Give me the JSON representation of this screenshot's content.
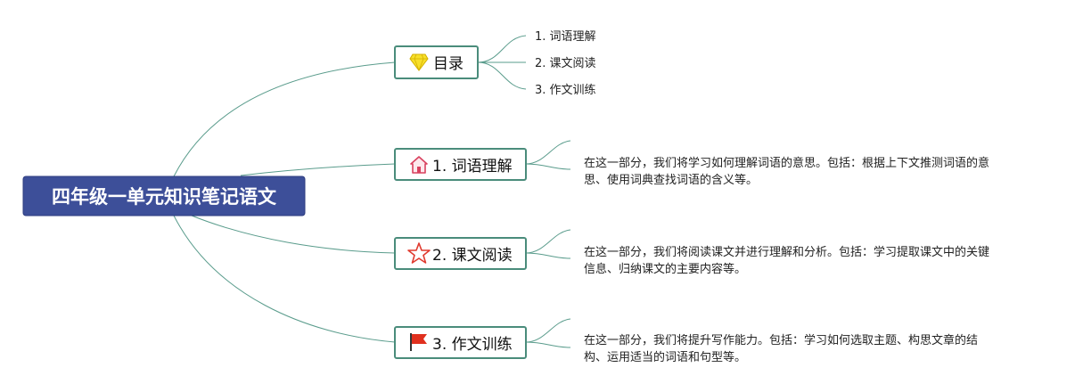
{
  "root": {
    "label": "四年级一单元知识笔记语文"
  },
  "branches": [
    {
      "label": "目录",
      "icon": "diamond-icon",
      "icon_color": "#f2d200",
      "children": [
        "1. 词语理解",
        "2. 课文阅读",
        "3. 作文训练"
      ]
    },
    {
      "label": "1. 词语理解",
      "icon": "home-icon",
      "icon_color": "#d9415f",
      "note_lines": [
        "在这一部分，我们将学习如何理解词语的意思。包括：根据上下文推测词语的意",
        "思、使用词典查找词语的含义等。"
      ]
    },
    {
      "label": "2. 课文阅读",
      "icon": "star-icon",
      "icon_color": "#e03a2f",
      "note_lines": [
        "在这一部分，我们将阅读课文并进行理解和分析。包括：学习提取课文中的关键",
        "信息、归纳课文的主要内容等。"
      ]
    },
    {
      "label": "3. 作文训练",
      "icon": "flag-icon",
      "icon_color": "#e0301e",
      "note_lines": [
        "在这一部分，我们将提升写作能力。包括：学习如何选取主题、构思文章的结",
        "构、运用适当的词语和句型等。"
      ]
    }
  ],
  "colors": {
    "root_fill": "#3d4f99",
    "branch_border": "#4a8c7b",
    "edge": "#5a9c8c"
  }
}
